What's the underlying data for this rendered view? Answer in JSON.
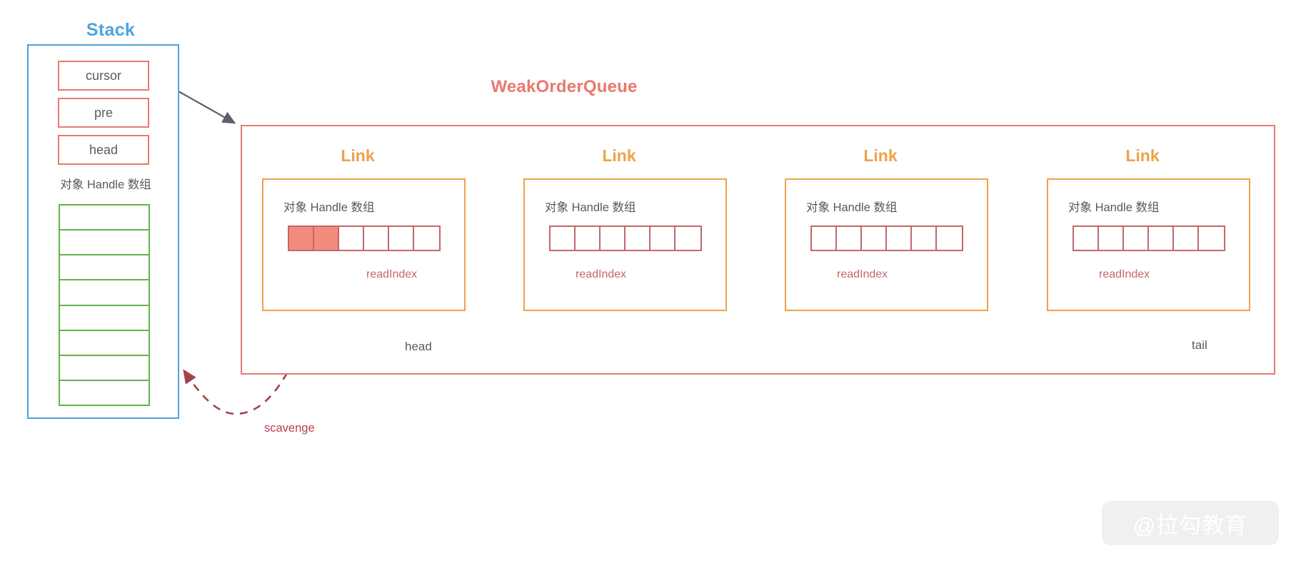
{
  "colors": {
    "stack_blue": "#4FA3DC",
    "field_red": "#E8796E",
    "green": "#62B24F",
    "queue_red": "#E8796E",
    "link_orange": "#EFA14A",
    "cell_border": "#C4676A",
    "cell_fill": "#F28C7C",
    "arrow_gray": "#5C5F6B",
    "arrow_dark_red": "#A4414B",
    "text_gray": "#595959"
  },
  "stack": {
    "title": "Stack",
    "fields": [
      {
        "label": "cursor"
      },
      {
        "label": "pre"
      },
      {
        "label": "head"
      }
    ],
    "array_label": "对象 Handle 数组",
    "array_cells": [
      "",
      "",
      "",
      "",
      "",
      "",
      "",
      ""
    ]
  },
  "queue": {
    "title": "WeakOrderQueue",
    "links": [
      {
        "title": "Link",
        "array_label": "对象 Handle 数组",
        "cells": [
          {
            "filled": true
          },
          {
            "filled": true
          },
          {
            "filled": false
          },
          {
            "filled": false
          },
          {
            "filled": false
          },
          {
            "filled": false
          }
        ],
        "read_index_label": "readIndex"
      },
      {
        "title": "Link",
        "array_label": "对象 Handle 数组",
        "cells": [
          {
            "filled": false
          },
          {
            "filled": false
          },
          {
            "filled": false
          },
          {
            "filled": false
          },
          {
            "filled": false
          },
          {
            "filled": false
          }
        ],
        "read_index_label": "readIndex"
      },
      {
        "title": "Link",
        "array_label": "对象 Handle 数组",
        "cells": [
          {
            "filled": false
          },
          {
            "filled": false
          },
          {
            "filled": false
          },
          {
            "filled": false
          },
          {
            "filled": false
          },
          {
            "filled": false
          }
        ],
        "read_index_label": "readIndex"
      },
      {
        "title": "Link",
        "array_label": "对象 Handle 数组",
        "cells": [
          {
            "filled": false
          },
          {
            "filled": false
          },
          {
            "filled": false
          },
          {
            "filled": false
          },
          {
            "filled": false
          },
          {
            "filled": false
          }
        ],
        "read_index_label": "readIndex"
      }
    ],
    "head_label": "head",
    "tail_label": "tail"
  },
  "annotations": {
    "scavenge_label": "scavenge"
  },
  "watermark": {
    "text": "@拉勾教育"
  }
}
